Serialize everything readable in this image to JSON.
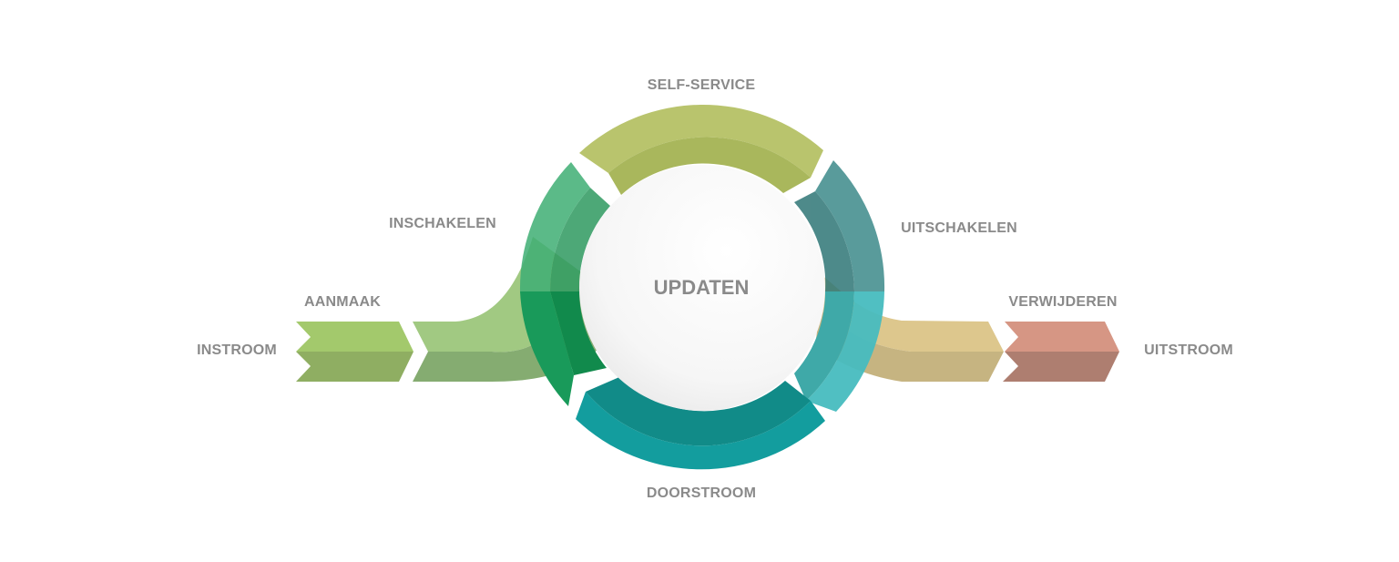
{
  "diagram": {
    "center": {
      "label": "UPDATEN"
    },
    "labels": {
      "instroom": "INSTROOM",
      "aanmaak": "AANMAAK",
      "inschakelen": "INSCHAKELEN",
      "self_service": "SELF-SERVICE",
      "uitschakelen": "UITSCHAKELEN",
      "doorstroom": "DOORSTROOM",
      "verwijderen": "VERWIJDEREN",
      "uitstroom": "UITSTROOM"
    },
    "colors": {
      "aanmaak_top": "#a3c96c",
      "aanmaak_bottom": "#8fae62",
      "inschakelen_flow_top": "#9dc77c",
      "inschakelen_flow_bottom": "#7fa86a",
      "inschakelen_ring_outer": "#3fae74",
      "inschakelen_ring_inner": "#2e9a60",
      "green_ring_outer": "#199a5a",
      "green_ring_inner": "#118a4c",
      "self_service_outer": "#b9c46d",
      "self_service_inner": "#a9b75c",
      "uitschakelen_ring_outer": "#3d8a8a",
      "uitschakelen_ring_inner": "#2f7676",
      "teal_light_outer": "#47bcbf",
      "teal_light_inner": "#3fa9a8",
      "doorstroom_outer": "#139d9e",
      "doorstroom_inner": "#118b88",
      "uitschakelen_flow_top": "#dcc587",
      "uitschakelen_flow_bottom": "#c4b07b",
      "verwijderen_top": "#d69684",
      "verwijderen_bottom": "#ae7e70",
      "label_text": "#8a8a8a"
    }
  }
}
